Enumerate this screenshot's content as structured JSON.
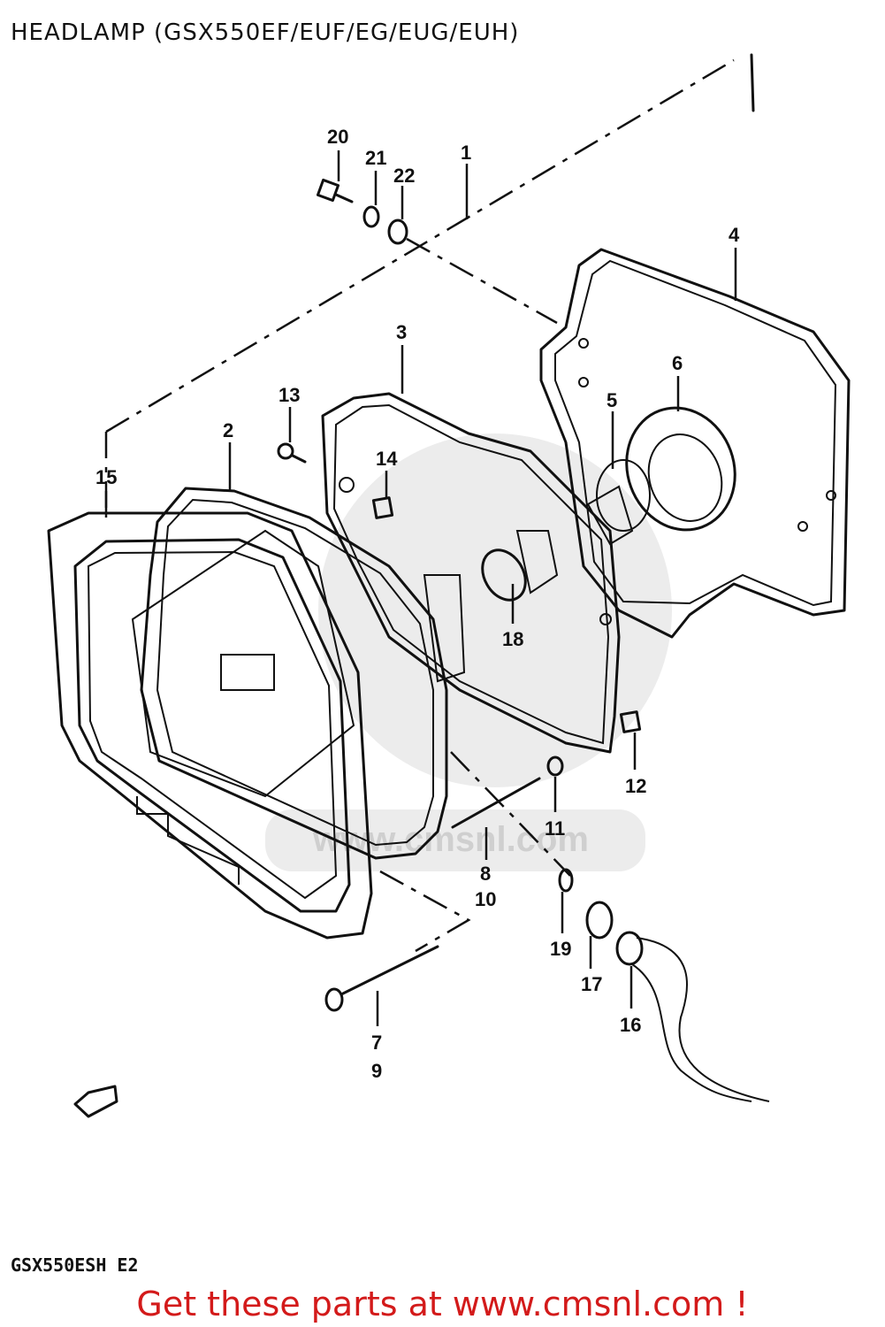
{
  "title": "HEADLAMP (GSX550EF/EUF/EG/EUG/EUH)",
  "model_code": "GSX550ESH E2",
  "cta": "Get these parts at www.cmsnl.com !",
  "watermark": "www.cmsnl.com",
  "part_labels": {
    "p1": "1",
    "p2": "2",
    "p3": "3",
    "p4": "4",
    "p5": "5",
    "p6": "6",
    "p7": "7",
    "p9": "9",
    "p8": "8",
    "p10": "10",
    "p11": "11",
    "p12": "12",
    "p13": "13",
    "p14": "14",
    "p15": "15",
    "p16": "16",
    "p17": "17",
    "p18": "18",
    "p19": "19",
    "p20": "20",
    "p21": "21",
    "p22": "22"
  },
  "colors": {
    "ink": "#111111",
    "cta": "#d31a1a",
    "watermark": "#c8c8c8"
  }
}
